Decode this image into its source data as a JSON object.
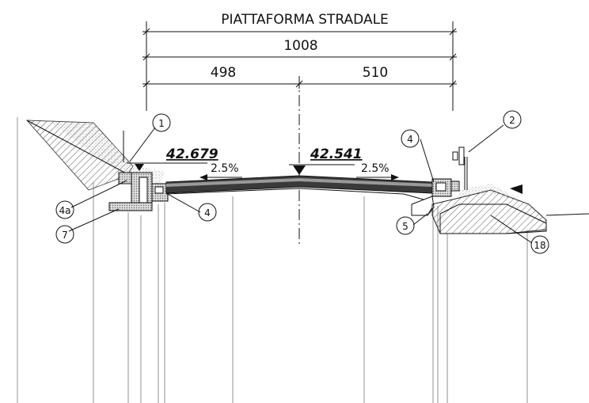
{
  "dimensions": {
    "title": "PIATTAFORMA STRADALE",
    "total": "1008",
    "left": "498",
    "right": "510"
  },
  "elevations": {
    "left_edge": "42.679",
    "axis": "42.541"
  },
  "slopes": {
    "left": "2.5%",
    "right": "2.5%"
  },
  "callouts": [
    {
      "id": "callout-1",
      "label": "1"
    },
    {
      "id": "callout-2",
      "label": "2"
    },
    {
      "id": "callout-4-left-top",
      "label": "4"
    },
    {
      "id": "callout-4a",
      "label": "4a"
    },
    {
      "id": "callout-4-left-bottom",
      "label": "4"
    },
    {
      "id": "callout-7",
      "label": "7"
    },
    {
      "id": "callout-5",
      "label": "5"
    },
    {
      "id": "callout-18",
      "label": "18"
    }
  ],
  "colors": {
    "line": "#111111",
    "pavement": "#3a3a3a",
    "hatch": "#555555",
    "stipple": "#8a8a8a"
  }
}
